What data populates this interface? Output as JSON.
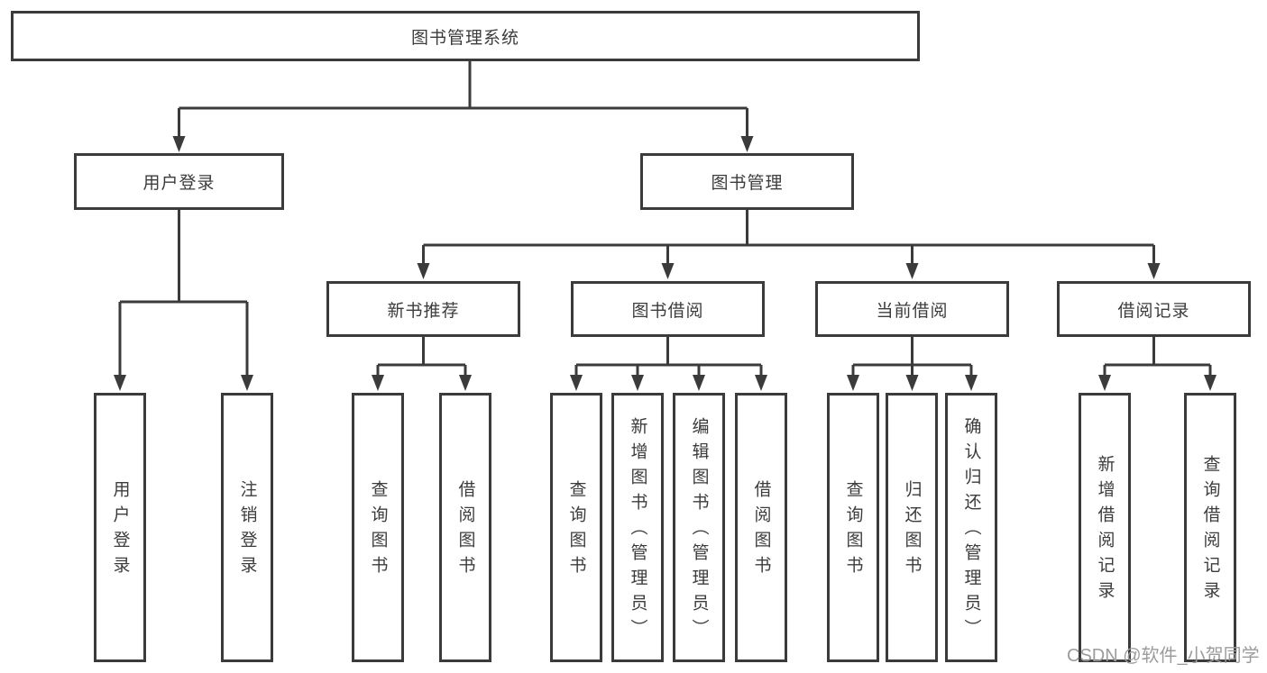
{
  "diagram": {
    "title": "图书管理系统",
    "colors": {
      "line": "#3b3b3b",
      "box_border": "#3b3b3b",
      "box_background": "#ffffff",
      "text": "#3c3c3c",
      "watermark": "#9c9c9c"
    },
    "tree": {
      "root": {
        "label": "图书管理系统"
      },
      "level2": [
        {
          "label": "用户登录",
          "parent": "图书管理系统"
        },
        {
          "label": "图书管理",
          "parent": "图书管理系统"
        }
      ],
      "level3": [
        {
          "label": "新书推荐",
          "parent": "图书管理"
        },
        {
          "label": "图书借阅",
          "parent": "图书管理"
        },
        {
          "label": "当前借阅",
          "parent": "图书管理"
        },
        {
          "label": "借阅记录",
          "parent": "图书管理"
        }
      ],
      "leaves": [
        {
          "label": "用户登录",
          "parent": "用户登录"
        },
        {
          "label": "注销登录",
          "parent": "用户登录"
        },
        {
          "label": "查询图书",
          "parent": "新书推荐"
        },
        {
          "label": "借阅图书",
          "parent": "新书推荐"
        },
        {
          "label": "查询图书",
          "parent": "图书借阅"
        },
        {
          "label": "新增图书（管理员）",
          "parent": "图书借阅"
        },
        {
          "label": "编辑图书（管理员）",
          "parent": "图书借阅"
        },
        {
          "label": "借阅图书",
          "parent": "图书借阅"
        },
        {
          "label": "查询图书",
          "parent": "当前借阅"
        },
        {
          "label": "归还图书",
          "parent": "当前借阅"
        },
        {
          "label": "确认归还（管理员）",
          "parent": "当前借阅"
        },
        {
          "label": "新增借阅记录",
          "parent": "借阅记录"
        },
        {
          "label": "查询借阅记录",
          "parent": "借阅记录"
        }
      ]
    },
    "watermark": {
      "text": "CSDN @软件_小贺同学"
    }
  }
}
